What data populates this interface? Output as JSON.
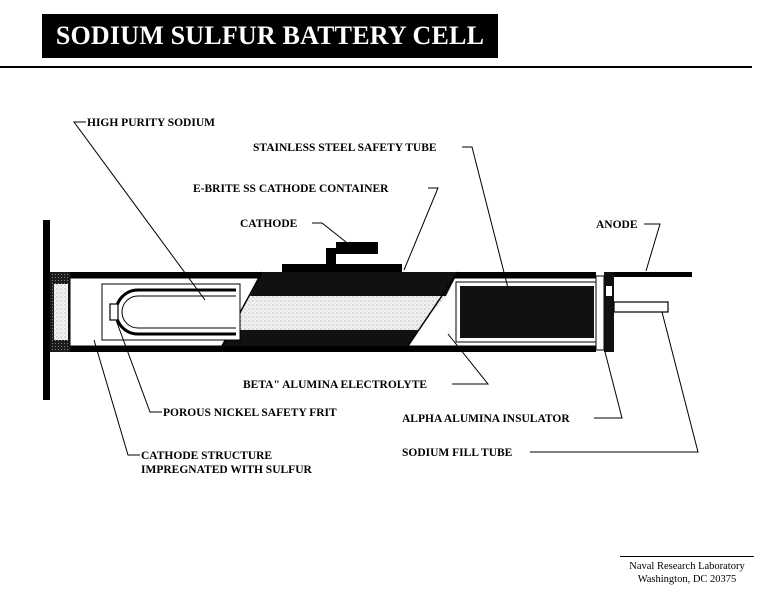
{
  "title": "SODIUM SULFUR BATTERY CELL",
  "labels": {
    "high_purity_sodium": "HIGH PURITY SODIUM",
    "stainless_steel_safety_tube": "STAINLESS STEEL SAFETY TUBE",
    "ebrite_cathode_container": "E-BRITE SS CATHODE CONTAINER",
    "cathode": "CATHODE",
    "anode": "ANODE",
    "beta_alumina_electrolyte": "BETA\" ALUMINA ELECTROLYTE",
    "porous_nickel_safety_frit": "POROUS NICKEL SAFETY FRIT",
    "alpha_alumina_insulator": "ALPHA ALUMINA INSULATOR",
    "cathode_structure_line1": "CATHODE STRUCTURE",
    "cathode_structure_line2": "IMPREGNATED WITH SULFUR",
    "sodium_fill_tube": "SODIUM FILL TUBE"
  },
  "footer": {
    "line1": "Naval Research Laboratory",
    "line2": "Washington, DC 20375"
  }
}
